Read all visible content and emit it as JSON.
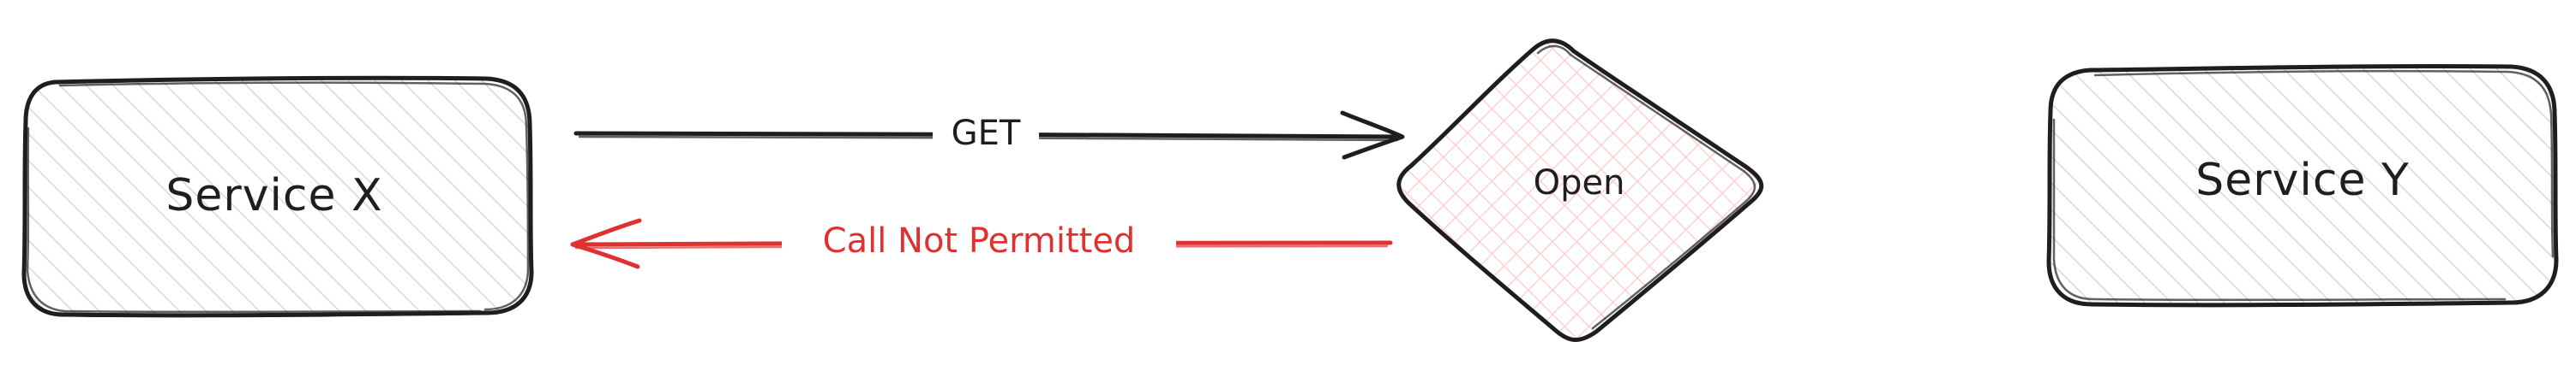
{
  "diagram": {
    "nodes": {
      "service_x": {
        "label": "Service X",
        "fill_pattern": "diagonal-hatch",
        "fill_color": "#d0d0d0",
        "stroke_color": "#1e1e1e"
      },
      "open": {
        "label": "Open",
        "fill_pattern": "cross-hatch",
        "fill_color": "#ffc9c9",
        "stroke_color": "#1e1e1e"
      },
      "service_y": {
        "label": "Service Y",
        "fill_pattern": "diagonal-hatch",
        "fill_color": "#d0d0d0",
        "stroke_color": "#1e1e1e"
      }
    },
    "edges": {
      "get": {
        "label": "GET",
        "from": "Service X",
        "to": "Open",
        "color": "#1e1e1e"
      },
      "not_permitted": {
        "label": "Call Not Permitted",
        "from": "Open",
        "to": "Service X",
        "color": "#e03131"
      }
    }
  }
}
